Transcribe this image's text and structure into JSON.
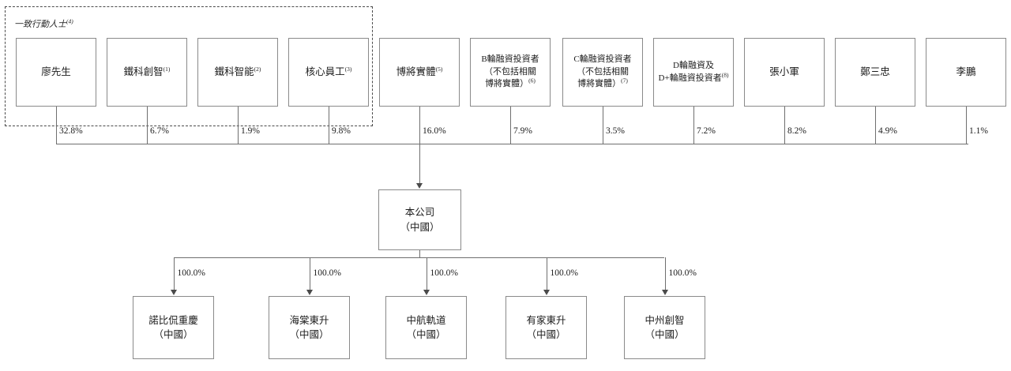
{
  "chart": {
    "type": "org-chart",
    "title": "Shareholding and corporate structure chart",
    "group_frame": {
      "label": "一致行動人士",
      "label_superscript": "(4)"
    },
    "shareholders": [
      {
        "name": "廖先生",
        "superscript": "",
        "line2": "",
        "line3": "",
        "percent": "32.8%",
        "in_group": true
      },
      {
        "name": "鐵科創智",
        "superscript": "(1)",
        "line2": "",
        "line3": "",
        "percent": "6.7%",
        "in_group": true
      },
      {
        "name": "鐵科智能",
        "superscript": "(2)",
        "line2": "",
        "line3": "",
        "percent": "1.9%",
        "in_group": true
      },
      {
        "name": "核心員工",
        "superscript": "(3)",
        "line2": "",
        "line3": "",
        "percent": "9.8%",
        "in_group": true
      },
      {
        "name": "博將實體",
        "superscript": "(5)",
        "line2": "",
        "line3": "",
        "percent": "16.0%",
        "in_group": false
      },
      {
        "name": "B輪融資投資者",
        "superscript": "(6)",
        "line2": "（不包括相關",
        "line3": "博將實體）",
        "percent": "7.9%",
        "in_group": false
      },
      {
        "name": "C輪融資投資者",
        "superscript": "(7)",
        "line2": "（不包括相關",
        "line3": "博將實體）",
        "percent": "3.5%",
        "in_group": false
      },
      {
        "name": "D輪融資及",
        "superscript": "(8)",
        "line2": "D+輪融資投資者",
        "line3": "",
        "percent": "7.2%",
        "in_group": false
      },
      {
        "name": "張小軍",
        "superscript": "",
        "line2": "",
        "line3": "",
        "percent": "8.2%",
        "in_group": false
      },
      {
        "name": "鄭三忠",
        "superscript": "",
        "line2": "",
        "line3": "",
        "percent": "4.9%",
        "in_group": false
      },
      {
        "name": "李鵬",
        "superscript": "",
        "line2": "",
        "line3": "",
        "percent": "1.1%",
        "in_group": false
      }
    ],
    "company": {
      "name": "本公司",
      "jurisdiction": "（中國）"
    },
    "subsidiaries": [
      {
        "name": "諾比侃重慶",
        "jurisdiction": "（中國）",
        "percent": "100.0%"
      },
      {
        "name": "海棠東升",
        "jurisdiction": "（中國）",
        "percent": "100.0%"
      },
      {
        "name": "中航軌道",
        "jurisdiction": "（中國）",
        "percent": "100.0%"
      },
      {
        "name": "有家東升",
        "jurisdiction": "（中國）",
        "percent": "100.0%"
      },
      {
        "name": "中州創智",
        "jurisdiction": "（中國）",
        "percent": "100.0%"
      }
    ],
    "colors": {
      "box_border": "#8a8a8a",
      "connector": "#6f6f6f",
      "dashed_frame": "#4a4a4a",
      "background": "#ffffff",
      "text": "#1c1c1c"
    }
  }
}
